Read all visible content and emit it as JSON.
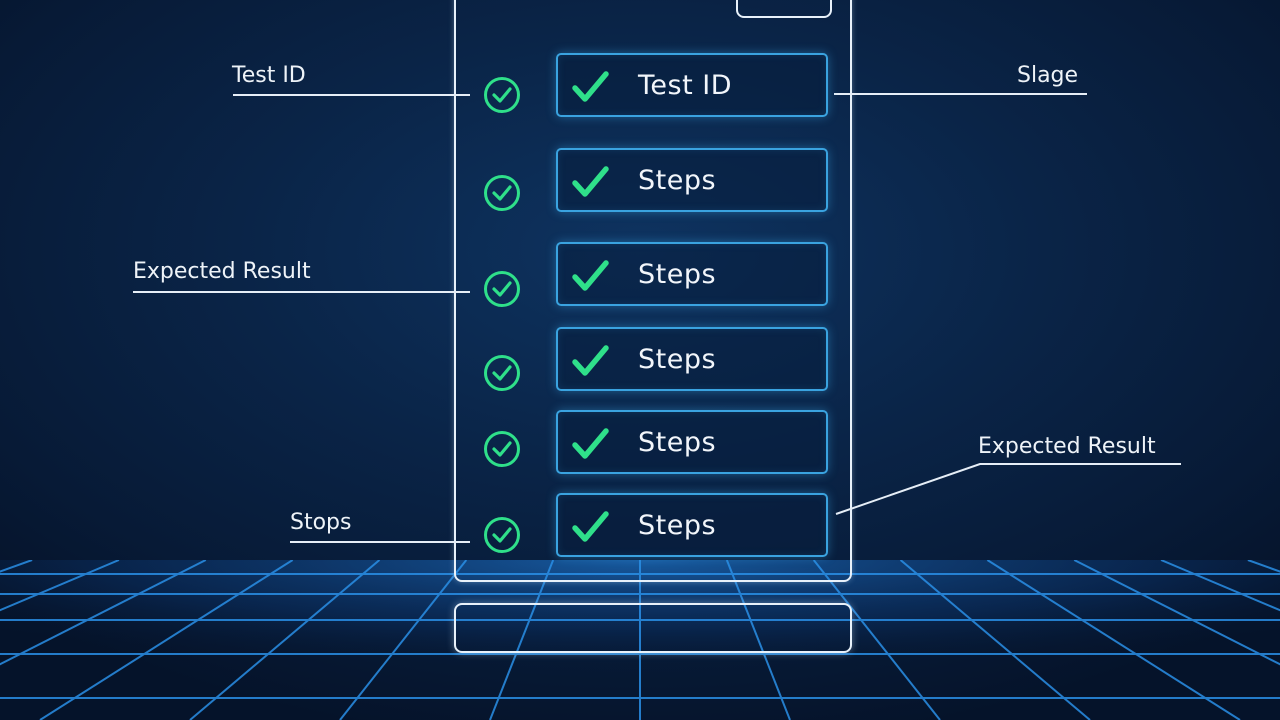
{
  "rows": [
    {
      "label": "Test ID"
    },
    {
      "label": "Steps"
    },
    {
      "label": "Steps"
    },
    {
      "label": "Steps"
    },
    {
      "label": "Steps"
    },
    {
      "label": "Steps"
    }
  ],
  "callouts": {
    "left_top": "Test ID",
    "left_middle": "Expected Result",
    "left_bottom": "Stops",
    "right_top": "Slage",
    "right_bottom": "Expected Result"
  },
  "colors": {
    "background": "#0a2447",
    "panel_border": "#e8f1fa",
    "row_border": "#3aa3e0",
    "check_green": "#2fe08a",
    "grid_glow": "#2a8fe6"
  },
  "icons": {
    "row_check": "checkmark-icon",
    "status": "check-circle-icon"
  }
}
